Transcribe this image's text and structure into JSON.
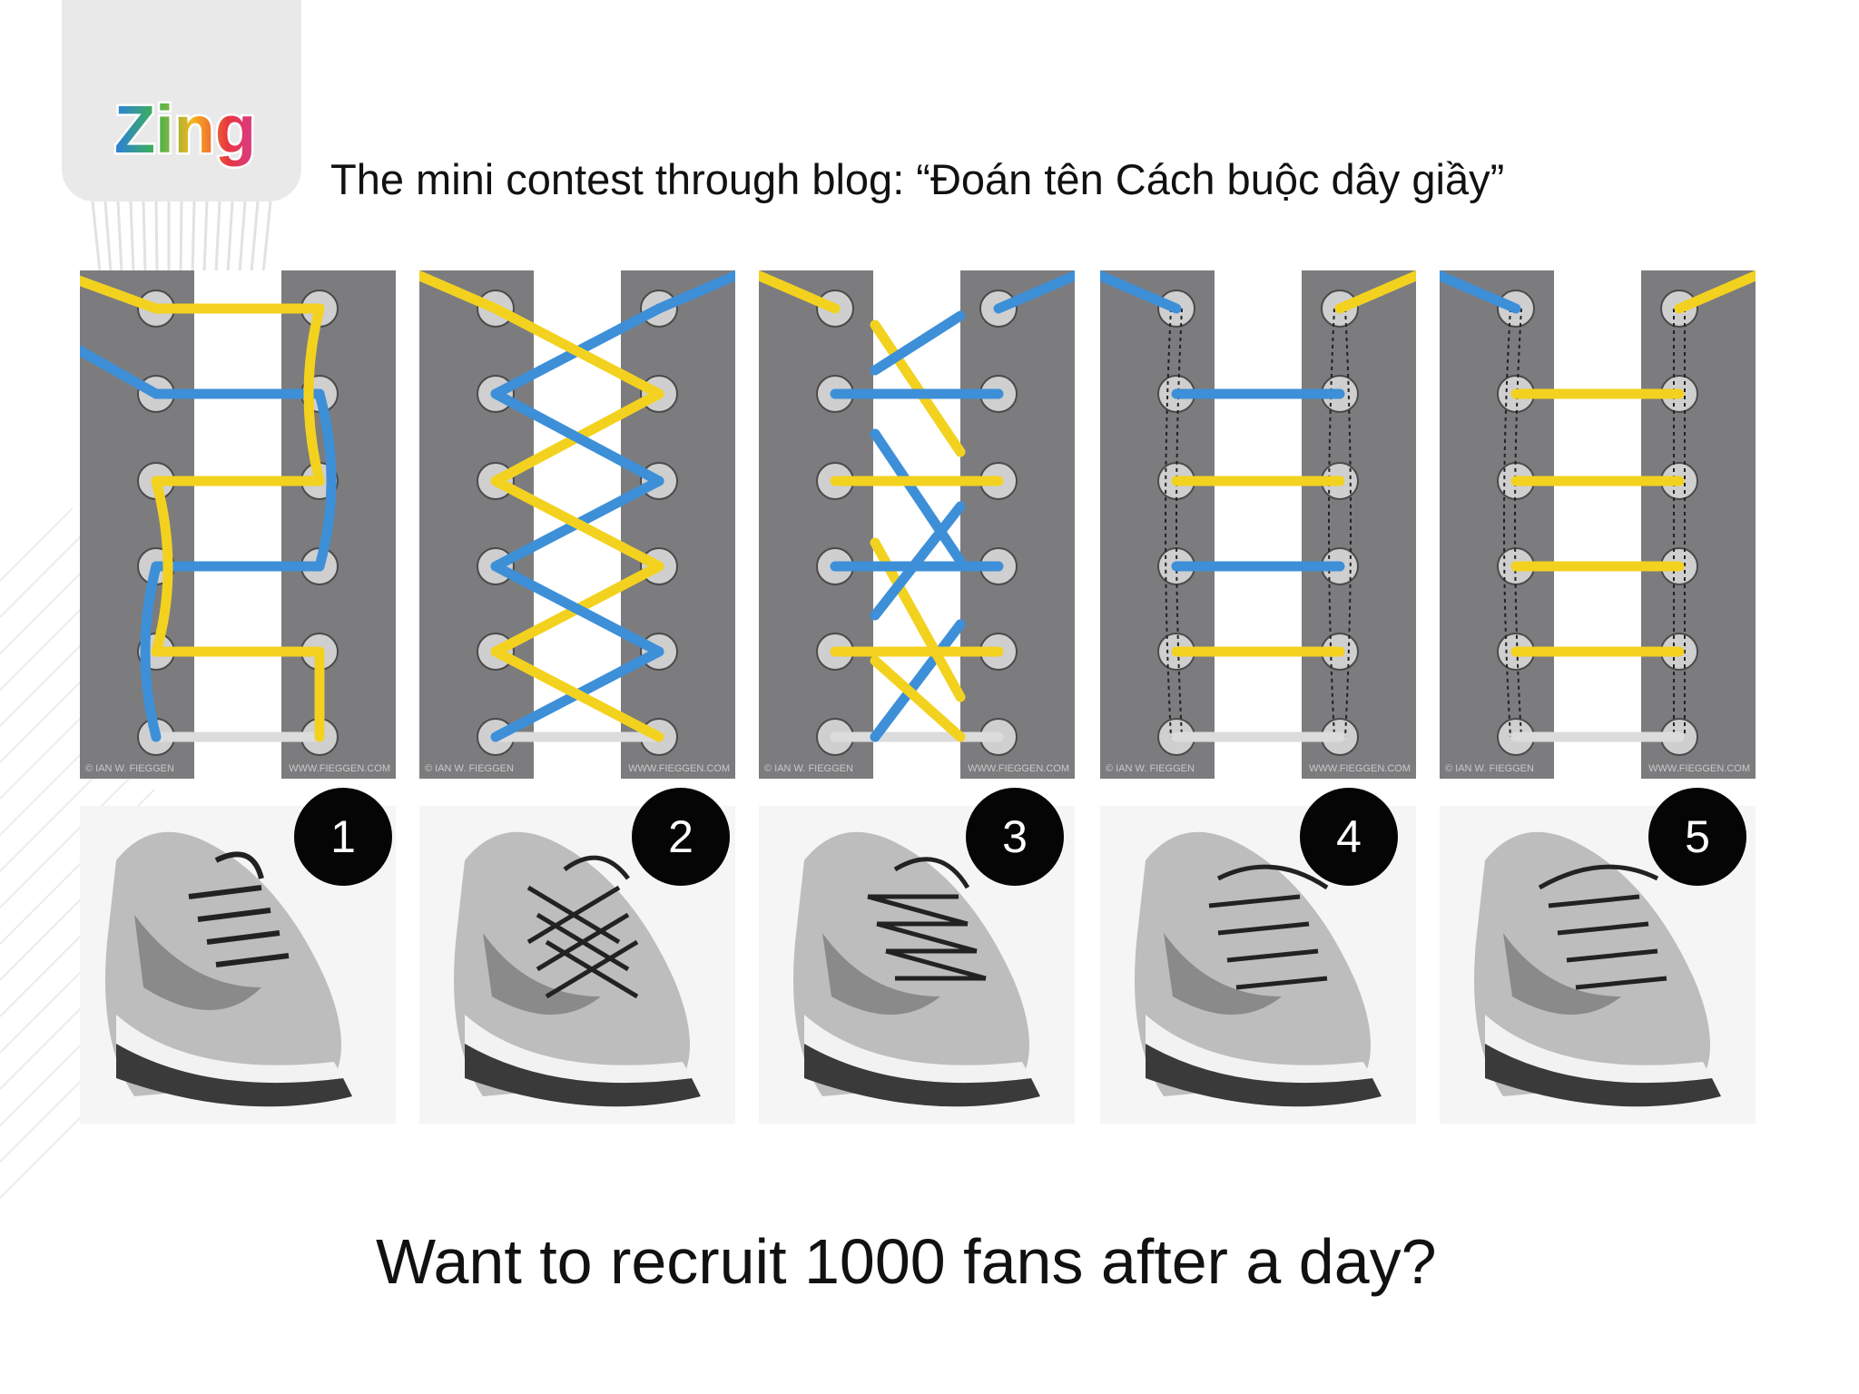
{
  "header": {
    "logo_text": "Zing",
    "title": "The mini contest through blog: “Đoán tên Cách buộc dây giầy”"
  },
  "panels": [
    {
      "number": "1",
      "credit_left": "© IAN W. FIEGGEN",
      "credit_right": "WWW.FIEGGEN.COM"
    },
    {
      "number": "2",
      "credit_left": "© IAN W. FIEGGEN",
      "credit_right": "WWW.FIEGGEN.COM"
    },
    {
      "number": "3",
      "credit_left": "© IAN W. FIEGGEN",
      "credit_right": "WWW.FIEGGEN.COM"
    },
    {
      "number": "4",
      "credit_left": "© IAN W. FIEGGEN",
      "credit_right": "WWW.FIEGGEN.COM"
    },
    {
      "number": "5",
      "credit_left": "© IAN W. FIEGGEN",
      "credit_right": "WWW.FIEGGEN.COM"
    }
  ],
  "footer": {
    "question": "Want to recruit 1000 fans after a day?"
  },
  "colors": {
    "panel_gray": "#7c7c7e",
    "lace_yellow": "#f3d21f",
    "lace_blue": "#3d8fd8",
    "lace_white": "#dcdcdc",
    "badge": "#050505"
  }
}
